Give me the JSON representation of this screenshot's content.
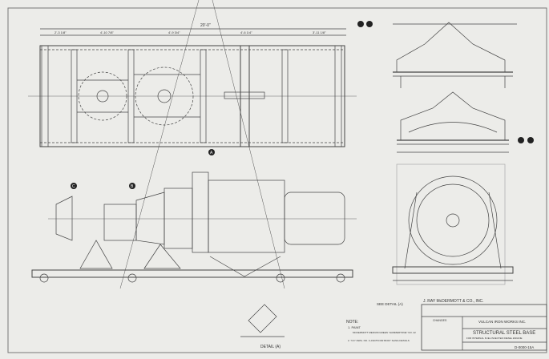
{
  "drawing": {
    "overall_dimension": "20'-0\"",
    "plan_dims": [
      "2'-3 1/8\"",
      "4'-10 7/8\"",
      "4'-9 3/4\"",
      "4'-6 1/4\"",
      "3'-11 1/8\""
    ],
    "section_markers": [
      "A",
      "B",
      "C"
    ],
    "see_detail": "SEE DETAIL (A)",
    "detail_label": "DETAIL (A)",
    "note_heading": "NOTE:",
    "note_1": "1. PAINT",
    "note_1_detail": "MCDERMOTT MEDIUM GREEN \"HAMMERTONE\" NO. 22",
    "note_2": "2. \"CC\" DWG. NO. C-15278 FOR BODY SLING DETAILS",
    "company": "J. RAY McDERMOTT & CO., INC.",
    "title_block": {
      "changes_label": "CHANGES",
      "manufacturer": "VULCAN IRON WORKS INC.",
      "title": "STRUCTURAL STEEL BASE",
      "subtitle": "FOR INTERNAL FUEL INJECTED DIESEL ENGINE",
      "drawing_no": "D-0000-15A"
    }
  }
}
